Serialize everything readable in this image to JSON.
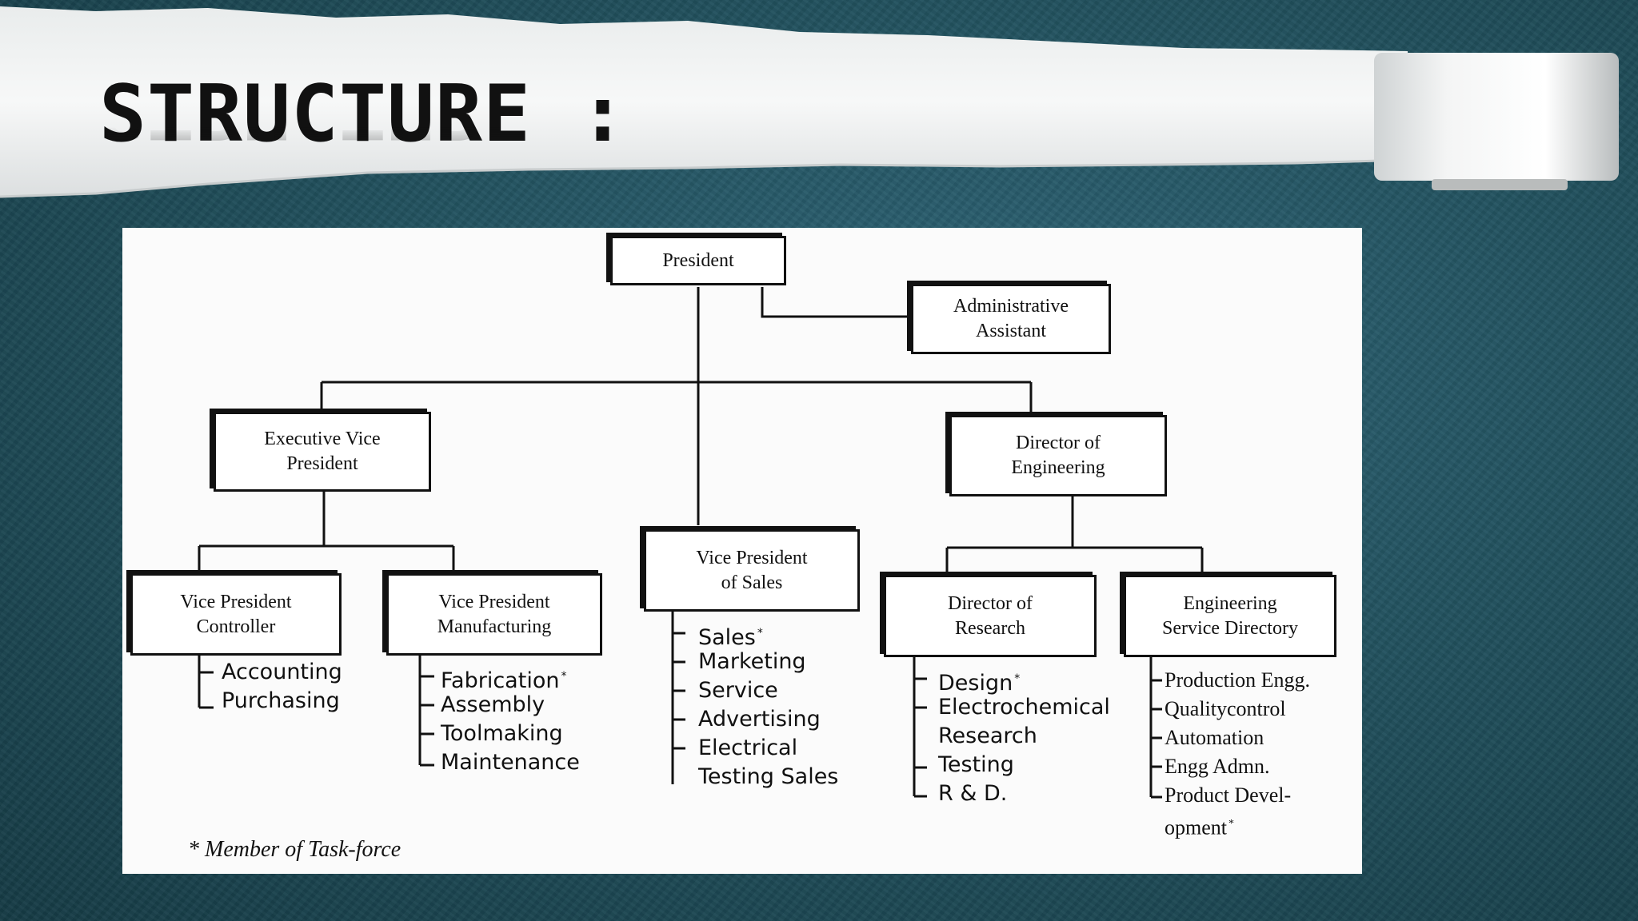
{
  "slide": {
    "title": "STRUCTURE :",
    "footnote": "* Member of Task-force"
  },
  "org_chart": {
    "president": "President",
    "admin_assistant": "Administrative\nAssistant",
    "exec_vp": "Executive Vice\nPresident",
    "dir_engineering": "Director  of\nEngineering",
    "vp_controller": {
      "title": "Vice President\nController",
      "items": [
        "Accounting",
        "Purchasing"
      ]
    },
    "vp_manufacturing": {
      "title": "Vice President\nManufacturing",
      "items": [
        "Fabrication",
        "Assembly",
        "Toolmaking",
        "Maintenance"
      ]
    },
    "vp_sales": {
      "title": "Vice President\nof Sales",
      "items": [
        "Sales",
        "Marketing",
        "Service",
        "Advertising",
        "Electrical",
        "Testing Sales"
      ]
    },
    "dir_research": {
      "title": "Director  of\nResearch",
      "items": [
        "Design",
        "Electrochemical",
        "Research",
        "Testing",
        "R & D."
      ]
    },
    "eng_service": {
      "title": "Engineering\nService Directory",
      "items": [
        "Production Engg.",
        "Qualitycontrol",
        "Automation",
        "Engg Admn.",
        "Product  Devel-",
        "opment"
      ]
    },
    "task_force_marker": "*"
  },
  "colors": {
    "background": "#22525f",
    "panel": "#fbfbfb",
    "ink": "#111111"
  }
}
